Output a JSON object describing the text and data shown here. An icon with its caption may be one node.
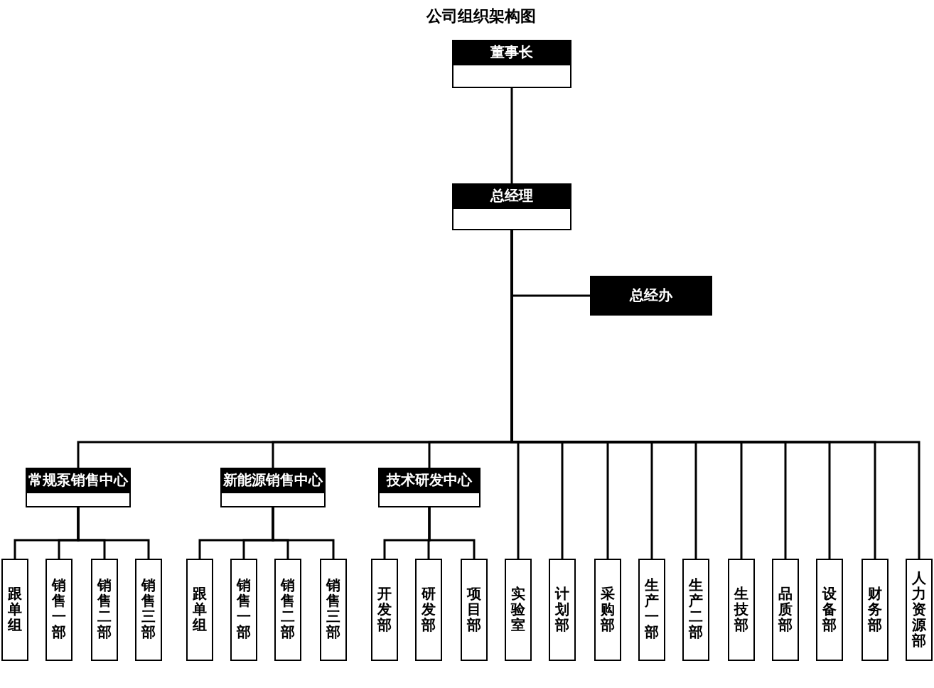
{
  "diagram": {
    "title": "公司组织架构图",
    "nodes": [
      {
        "text": [
          "董事长"
        ]
      },
      {
        "text": [
          "总经理"
        ]
      },
      {
        "text": [
          "总经办"
        ]
      },
      {
        "text": [
          "常规泵销售中心"
        ]
      },
      {
        "text": [
          "跟单组"
        ]
      },
      {
        "text": [
          "销售一部"
        ]
      },
      {
        "text": [
          "销售二部"
        ]
      },
      {
        "text": [
          "销售三部"
        ]
      },
      {
        "text": [
          "新能源销售中心"
        ]
      },
      {
        "text": [
          "跟单组"
        ]
      },
      {
        "text": [
          "销售一部"
        ]
      },
      {
        "text": [
          "销售二部"
        ]
      },
      {
        "text": [
          "销售三部"
        ]
      },
      {
        "text": [
          "技术研发中心"
        ]
      },
      {
        "text": [
          "开发部"
        ]
      },
      {
        "text": [
          "研发部"
        ]
      },
      {
        "text": [
          "项目部"
        ]
      },
      {
        "text": [
          "实验室"
        ]
      },
      {
        "text": [
          "计划部"
        ]
      },
      {
        "text": [
          "采购部"
        ]
      },
      {
        "text": [
          "生产一部"
        ]
      },
      {
        "text": [
          "生产二部"
        ]
      },
      {
        "text": [
          "生技部"
        ]
      },
      {
        "text": [
          "品质部"
        ]
      },
      {
        "text": [
          "设备部"
        ]
      },
      {
        "text": [
          "财务部"
        ]
      },
      {
        "text": [
          "人力资源部"
        ]
      }
    ],
    "edges": [
      {
        "from": 0,
        "to": 1,
        "arrow": "none"
      },
      {
        "from": 1,
        "to": 2,
        "arrow": "none"
      },
      {
        "from": 1,
        "to": 3,
        "arrow": "none"
      },
      {
        "from": 1,
        "to": 8,
        "arrow": "none"
      },
      {
        "from": 1,
        "to": 13,
        "arrow": "none"
      },
      {
        "from": 1,
        "to": 17,
        "arrow": "none"
      },
      {
        "from": 1,
        "to": 18,
        "arrow": "none"
      },
      {
        "from": 1,
        "to": 19,
        "arrow": "none"
      },
      {
        "from": 1,
        "to": 20,
        "arrow": "none"
      },
      {
        "from": 1,
        "to": 21,
        "arrow": "none"
      },
      {
        "from": 1,
        "to": 22,
        "arrow": "none"
      },
      {
        "from": 1,
        "to": 23,
        "arrow": "none"
      },
      {
        "from": 1,
        "to": 24,
        "arrow": "none"
      },
      {
        "from": 1,
        "to": 25,
        "arrow": "none"
      },
      {
        "from": 1,
        "to": 26,
        "arrow": "none"
      },
      {
        "from": 3,
        "to": 4,
        "arrow": "none"
      },
      {
        "from": 3,
        "to": 5,
        "arrow": "none"
      },
      {
        "from": 3,
        "to": 6,
        "arrow": "none"
      },
      {
        "from": 3,
        "to": 7,
        "arrow": "none"
      },
      {
        "from": 8,
        "to": 9,
        "arrow": "none"
      },
      {
        "from": 8,
        "to": 10,
        "arrow": "none"
      },
      {
        "from": 8,
        "to": 11,
        "arrow": "none"
      },
      {
        "from": 8,
        "to": 12,
        "arrow": "none"
      },
      {
        "from": 13,
        "to": 14,
        "arrow": "none"
      },
      {
        "from": 13,
        "to": 15,
        "arrow": "none"
      },
      {
        "from": 13,
        "to": 16,
        "arrow": "none"
      }
    ]
  }
}
